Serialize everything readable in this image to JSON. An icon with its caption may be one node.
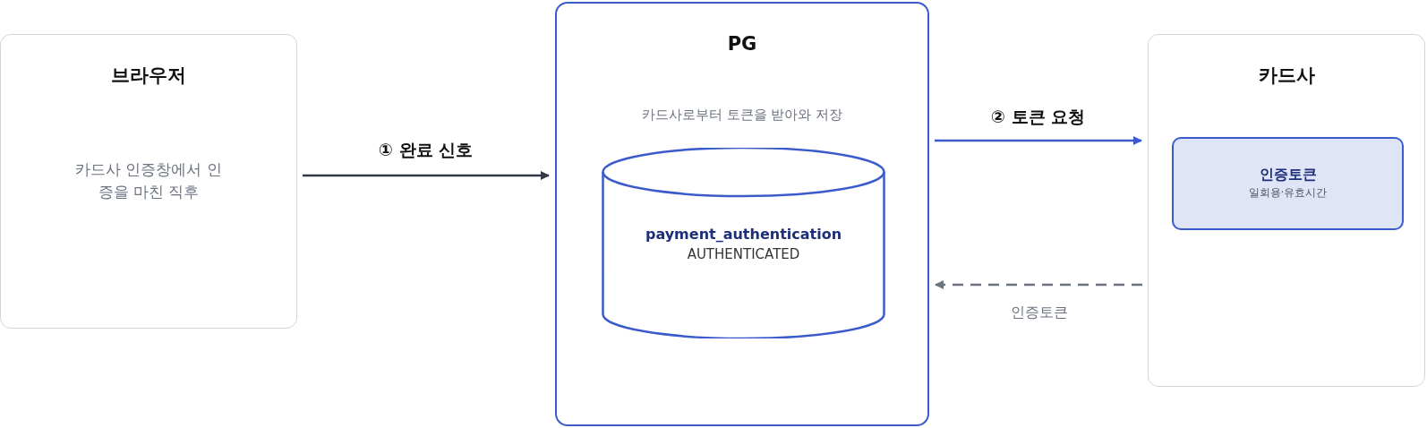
{
  "diagram": {
    "nodes": [
      {
        "text": [
          "브라우저",
          "카드사 인증창에서 인증을 마친 직후"
        ]
      },
      {
        "text": [
          "PG",
          "카드사로부터 토큰을 받아와 저장"
        ]
      },
      {
        "text": [
          "payment_authentication",
          "AUTHENTICATED"
        ],
        "in": 1
      },
      {
        "text": [
          "카드사"
        ]
      },
      {
        "text": [
          "인증토큰",
          "일회용·유효시간"
        ],
        "in": 3
      }
    ],
    "edges": [
      {
        "from": 0,
        "to": 1,
        "arrow": "to",
        "label": "① 완료 신호"
      },
      {
        "from": 1,
        "to": 3,
        "arrow": "to",
        "label": "② 토큰 요청",
        "color": "#3b5bcc"
      },
      {
        "from": 3,
        "to": 1,
        "arrow": "to",
        "label": "인증토큰",
        "style": "dashed",
        "color": "#6b7280"
      }
    ]
  }
}
